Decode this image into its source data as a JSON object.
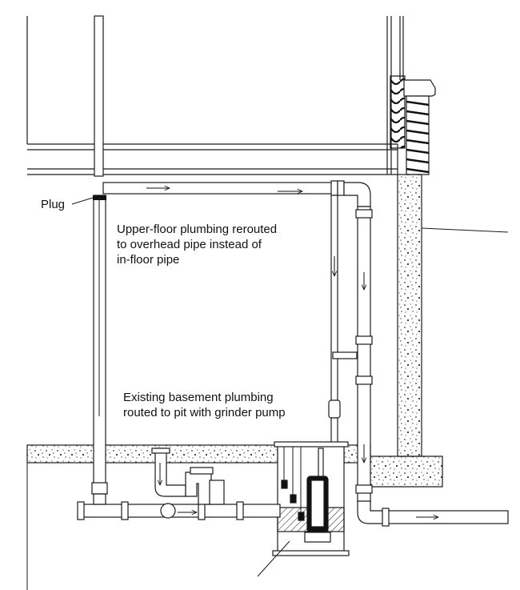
{
  "labels": {
    "plug": "Plug",
    "upper_floor_note": "Upper-floor plumbing rerouted\nto overhead pipe instead of\nin-floor pipe",
    "basement_note": "Existing basement plumbing\nrouted to pit with grinder pump"
  },
  "colors": {
    "line": "#1a1a1a",
    "insulation": "#222222",
    "concrete_speckle": "#333333"
  }
}
